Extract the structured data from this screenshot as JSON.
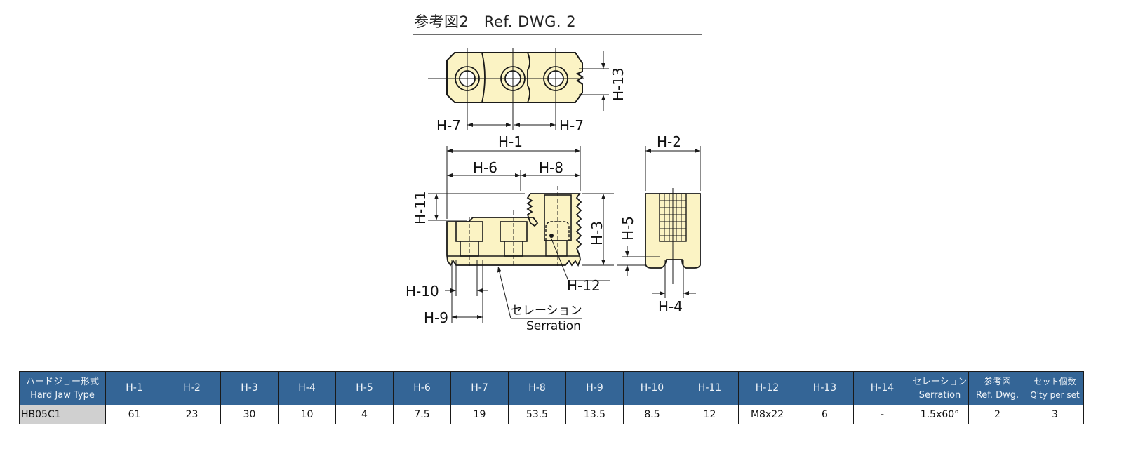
{
  "title": "参考図2　Ref. DWG. 2",
  "drawing": {
    "labels": {
      "h1": "H-1",
      "h2": "H-2",
      "h3": "H-3",
      "h4": "H-4",
      "h5": "H-5",
      "h6": "H-6",
      "h7_left": "H-7",
      "h7_right": "H-7",
      "h8": "H-8",
      "h9": "H-9",
      "h10": "H-10",
      "h11": "H-11",
      "h12": "H-12",
      "h13": "H-13",
      "serration_jp": "セレーション",
      "serration_en": "Serration"
    },
    "colors": {
      "part_fill": "#fbf3c4",
      "line": "#1a1a1a"
    }
  },
  "table": {
    "header_color": "#346596",
    "headers": [
      {
        "jp": "ハードジョー形式",
        "en": "Hard Jaw Type"
      },
      {
        "en": "H-1"
      },
      {
        "en": "H-2"
      },
      {
        "en": "H-3"
      },
      {
        "en": "H-4"
      },
      {
        "en": "H-5"
      },
      {
        "en": "H-6"
      },
      {
        "en": "H-7"
      },
      {
        "en": "H-8"
      },
      {
        "en": "H-9"
      },
      {
        "en": "H-10"
      },
      {
        "en": "H-11"
      },
      {
        "en": "H-12"
      },
      {
        "en": "H-13"
      },
      {
        "en": "H-14"
      },
      {
        "jp": "セレーション",
        "en": "Serration"
      },
      {
        "jp": "参考図",
        "en": "Ref. Dwg."
      },
      {
        "jp": "セット個数",
        "en": "Q'ty per set"
      }
    ],
    "rows": [
      [
        "HB05C1",
        "61",
        "23",
        "30",
        "10",
        "4",
        "7.5",
        "19",
        "53.5",
        "13.5",
        "8.5",
        "12",
        "M8x22",
        "6",
        "-",
        "1.5x60°",
        "2",
        "3"
      ]
    ]
  }
}
